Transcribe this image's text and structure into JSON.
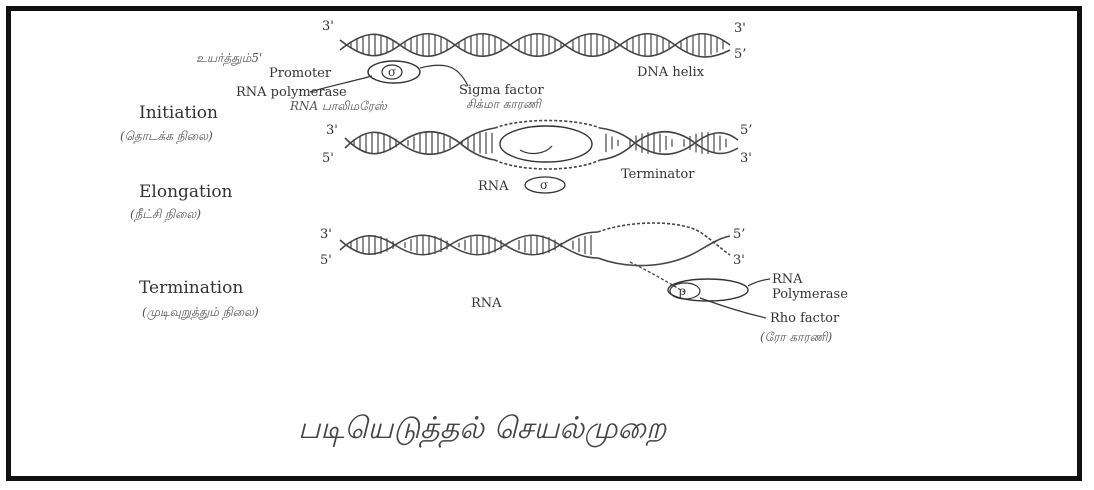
{
  "figure": {
    "ends": {
      "three_prime": "3'",
      "five_prime": "5'",
      "five_prime_alt": "5’"
    },
    "top": {
      "tamil_note": "உயர்த்தும்5'",
      "promoter": "Promoter",
      "sigma_symbol": "σ",
      "sigma_factor": "Sigma factor",
      "sigma_factor_tamil": "சிக்மா காரணி",
      "rna_polymerase": "RNA polymerase",
      "rna_polymerase_tamil": "RNA பாலிமரேஸ்",
      "dna_helix": "DNA helix"
    },
    "stages": {
      "initiation": "Initiation",
      "initiation_tamil": "(தொடக்க நிலை)",
      "elongation": "Elongation",
      "elongation_tamil": "(நீட்சி நிலை)",
      "termination": "Termination",
      "termination_tamil": "(முடிவுறுத்தும் நிலை)"
    },
    "middle": {
      "rna": "RNA",
      "sigma_symbol": "σ",
      "terminator": "Terminator"
    },
    "bottom": {
      "rna": "RNA",
      "rna_polymerase_line1": "RNA",
      "rna_polymerase_line2": "Polymerase",
      "rho_symbol": "ρ",
      "rho_factor": "Rho factor",
      "rho_factor_tamil": "(ரோ காரணி)"
    },
    "caption": "படியெடுத்தல் செயல்முறை"
  }
}
